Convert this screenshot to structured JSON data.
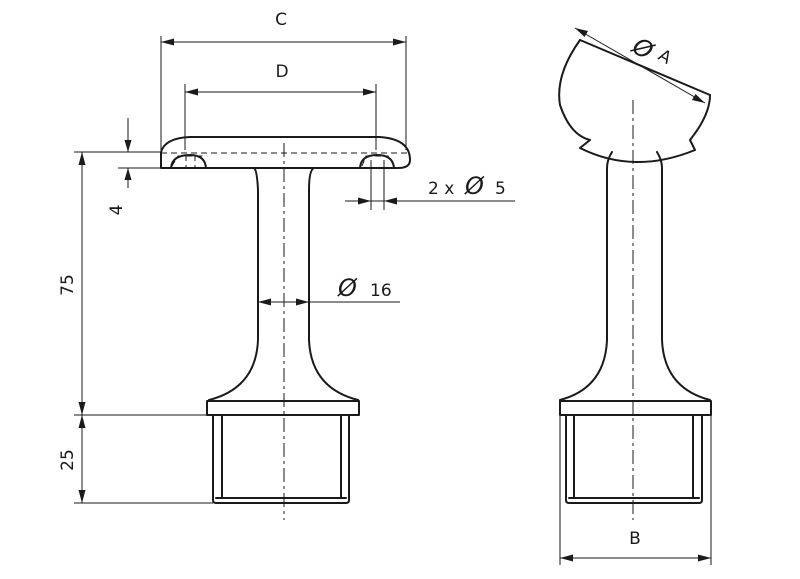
{
  "labels": {
    "dim_c": "C",
    "dim_d": "D",
    "dim_4": "4",
    "dim_75": "75",
    "dim_25": "25",
    "holes": "2 x",
    "holes_dia_symbol": "Ø",
    "holes_value": "5",
    "stem_dia_symbol": "Ø",
    "stem_value": "16",
    "saddle_dia_symbol": "Ø",
    "saddle_value": "A",
    "dim_b": "B"
  }
}
